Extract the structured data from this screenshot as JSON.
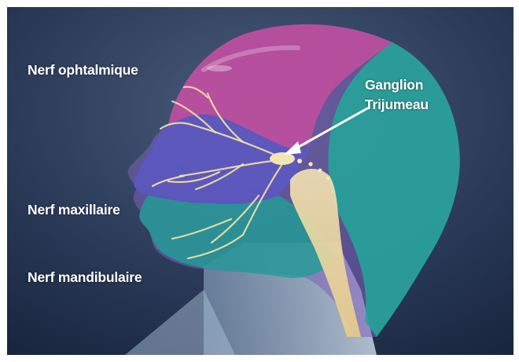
{
  "labels": {
    "ophthalmic": "Nerf ophtalmique",
    "maxillary": "Nerf maxillaire",
    "mandibular": "Nerf mandibulaire",
    "ganglion_line1": "Ganglion",
    "ganglion_line2": "Trijumeau"
  },
  "colors": {
    "background": "#22304a",
    "ophthalmic_zone": "#c44e9e",
    "maxillary_zone": "#6a58c4",
    "mandibular_zone": "#1f9f96",
    "occipital_zone": "#22a89a",
    "nerve": "#f2e2a4",
    "label_text": "#ffffff"
  }
}
